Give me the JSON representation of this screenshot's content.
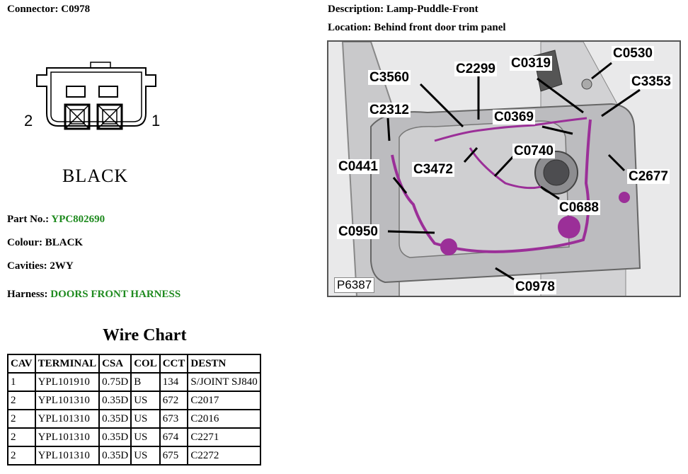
{
  "header": {
    "connector_label": "Connector:",
    "connector_value": "C0978",
    "description_label": "Description:",
    "description_value": "Lamp-Puddle-Front",
    "location_label": "Location:",
    "location_value": "Behind front door trim panel"
  },
  "connector_drawing": {
    "pin_left": "2",
    "pin_right": "1",
    "colour_caption": "BLACK"
  },
  "details": {
    "part_label": "Part No.:",
    "part_value": "YPC802690",
    "colour_label": "Colour:",
    "colour_value": "BLACK",
    "cavities_label": "Cavities:",
    "cavities_value": "2WY",
    "harness_label": "Harness:",
    "harness_value": "DOORS FRONT HARNESS",
    "link_color": "#1e8a1e"
  },
  "wire_chart": {
    "title": "Wire Chart",
    "columns": [
      "CAV",
      "TERMINAL",
      "CSA",
      "COL",
      "CCT",
      "DESTN"
    ],
    "rows": [
      [
        "1",
        "YPL101910",
        "0.75D",
        "B",
        "134",
        "S/JOINT SJ840"
      ],
      [
        "2",
        "YPL101310",
        "0.35D",
        "US",
        "672",
        "C2017"
      ],
      [
        "2",
        "YPL101310",
        "0.35D",
        "US",
        "673",
        "C2016"
      ],
      [
        "2",
        "YPL101310",
        "0.35D",
        "US",
        "674",
        "C2271"
      ],
      [
        "2",
        "YPL101310",
        "0.35D",
        "US",
        "675",
        "C2272"
      ]
    ]
  },
  "figure": {
    "figure_id": "P6387",
    "harness_color": "#9b2f98",
    "callouts": {
      "c0530": "C0530",
      "c0319": "C0319",
      "c2299": "C2299",
      "c3560": "C3560",
      "c3353": "C3353",
      "c2312": "C2312",
      "c0369": "C0369",
      "c0740": "C0740",
      "c0441": "C0441",
      "c3472": "C3472",
      "c2677": "C2677",
      "c0688": "C0688",
      "c0950": "C0950",
      "c0978": "C0978"
    }
  }
}
